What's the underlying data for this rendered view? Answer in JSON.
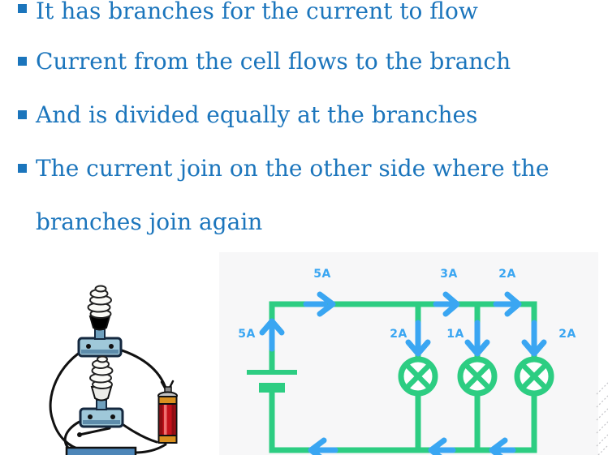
{
  "slide": {
    "background_color": "#ffffff",
    "text_color": "#1b75bc"
  },
  "bullets": {
    "items": [
      {
        "text": "It has branches for the current to flow",
        "has_marker": true
      },
      {
        "text": "Current from the cell flows to the branch",
        "has_marker": true
      },
      {
        "text": "And is divided equally at the branches",
        "has_marker": true
      },
      {
        "text": "The current join on the other side where the",
        "has_marker": true
      },
      {
        "text": "branches join again",
        "has_marker": false
      }
    ]
  },
  "circuit": {
    "panel_background": "#f7f7f8",
    "wire_color": "#2dcd82",
    "arrow_color": "#3aa6f2",
    "labels": {
      "source_out": "5A",
      "top_main": "5A",
      "top_after_first_branch": "3A",
      "top_after_second_branch": "2A",
      "branch1_down": "2A",
      "branch2_down": "1A",
      "branch3_down": "2A"
    },
    "symbols": {
      "battery_icon": "cell-symbol",
      "lamp_icon": "circle-cross-lamp-symbol",
      "lamp_count": 3
    }
  },
  "clipart": {
    "illustration": "two-cfl-bulbs-wired-to-red-battery"
  }
}
